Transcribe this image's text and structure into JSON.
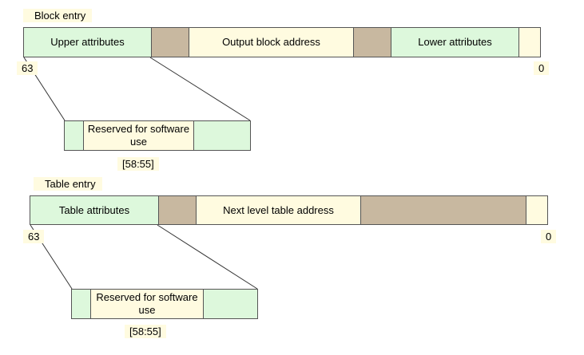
{
  "block_entry": {
    "title": "Block entry",
    "segments": {
      "upper": "Upper attributes",
      "output": "Output block address",
      "lower": "Lower attributes"
    },
    "bit_high": "63",
    "bit_low": "0",
    "detail": {
      "reserved": "Reserved for software use",
      "bits": "[58:55]"
    }
  },
  "table_entry": {
    "title": "Table entry",
    "segments": {
      "attrs": "Table attributes",
      "next": "Next level table address"
    },
    "bit_high": "63",
    "bit_low": "0",
    "detail": {
      "reserved": "Reserved for software use",
      "bits": "[58:55]"
    }
  },
  "colors": {
    "attribute_fill": "#ddf8dc",
    "reserved_fill": "#c8b8a0",
    "address_fill": "#fffbe0"
  }
}
